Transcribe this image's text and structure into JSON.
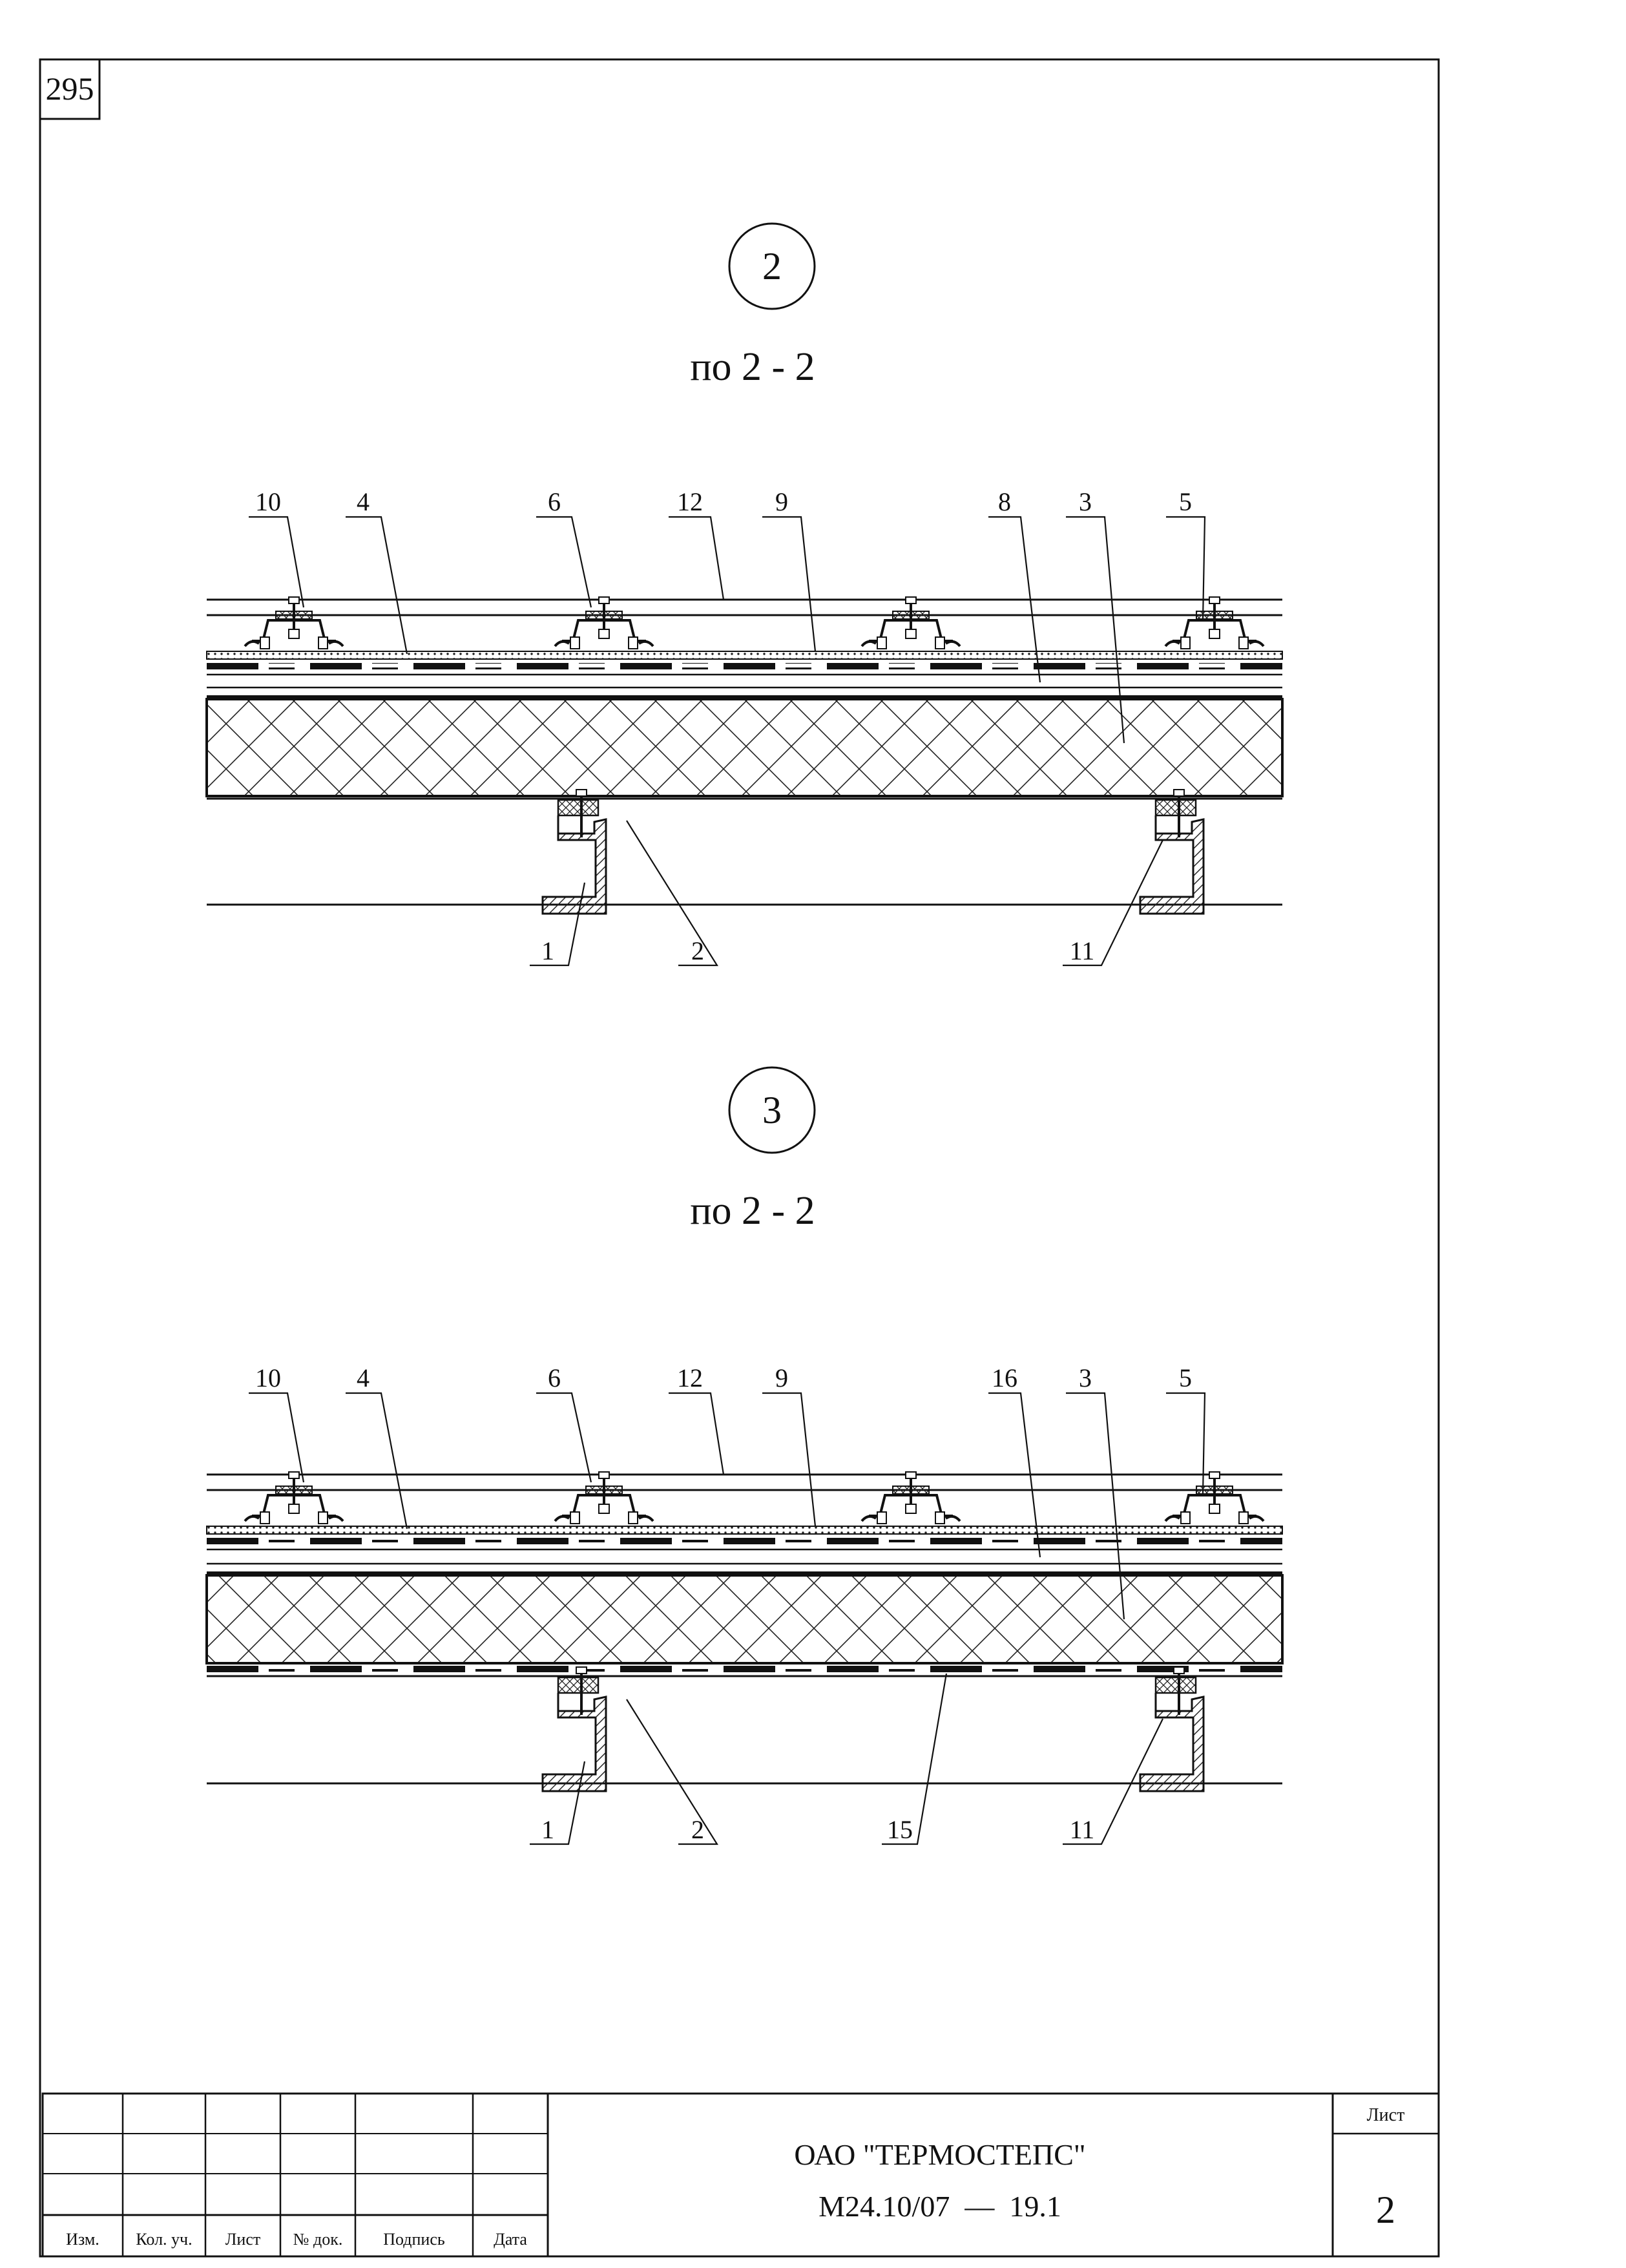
{
  "page_number": "295",
  "details": [
    {
      "marker": "2",
      "section_label": "по 2 - 2",
      "callouts_top": [
        "10",
        "4",
        "6",
        "12",
        "9",
        "8",
        "3",
        "5"
      ],
      "callouts_bottom": [
        "1",
        "2",
        "11"
      ]
    },
    {
      "marker": "3",
      "section_label": "по 2 - 2",
      "callouts_top": [
        "10",
        "4",
        "6",
        "12",
        "9",
        "16",
        "3",
        "5"
      ],
      "callouts_bottom": [
        "1",
        "2",
        "15",
        "11"
      ]
    }
  ],
  "title_block": {
    "columns": [
      "Изм.",
      "Кол. уч.",
      "Лист",
      "№ док.",
      "Подпись",
      "Дата"
    ],
    "organization": "ОАО \"ТЕРМОСТЕПС\"",
    "document_code": "М24.10/07  —  19.1",
    "sheet_label": "Лист",
    "sheet_number": "2"
  }
}
